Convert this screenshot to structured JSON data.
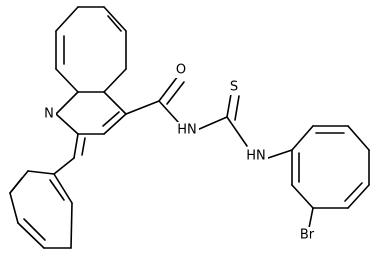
{
  "diagram": {
    "type": "chemical-structure",
    "atom_labels": {
      "n_ring": "N",
      "o_carbonyl": "O",
      "nh_amide": "HN",
      "s_thio": "S",
      "nh_aryl": "HN",
      "br": "Br"
    },
    "colors": {
      "bond": "#000000",
      "label": "#000000",
      "background": "#ffffff"
    }
  }
}
